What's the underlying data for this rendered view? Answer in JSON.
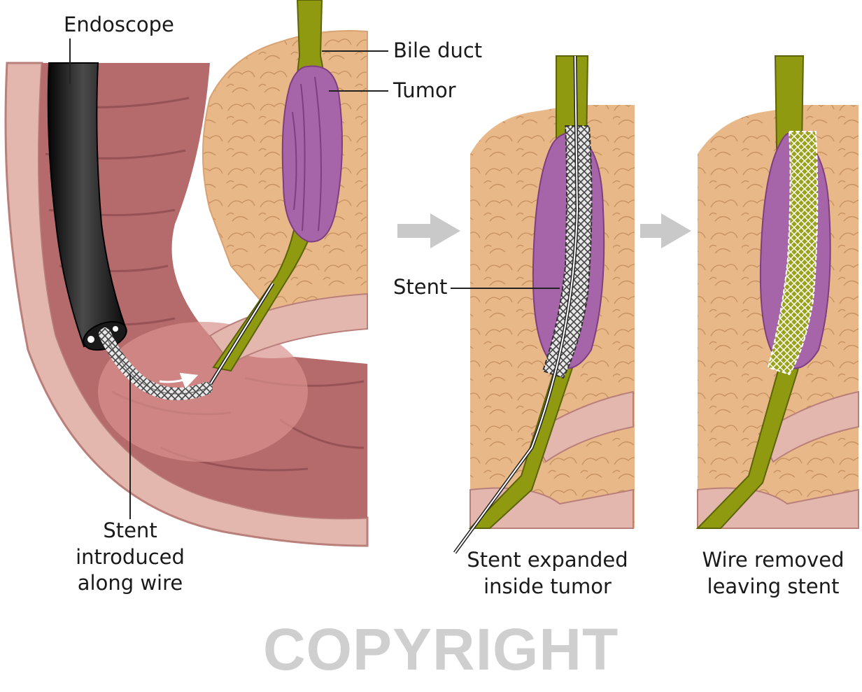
{
  "labels": {
    "endoscope": "Endoscope",
    "bile_duct": "Bile duct",
    "tumor": "Tumor",
    "stent": "Stent",
    "caption_1": "Stent introduced along wire",
    "caption_2": "Stent expanded inside tumor",
    "caption_3": "Wire removed leaving stent"
  },
  "watermark": "COPYRIGHT",
  "colors": {
    "intestine_wall": "#b97f7b",
    "intestine_lining": "#e3b7ad",
    "pancreas": "#e8b888",
    "bile_duct": "#8f9a10",
    "tumor": "#a565a8",
    "endoscope": "#141414",
    "arrow": "#c9c9c9"
  }
}
